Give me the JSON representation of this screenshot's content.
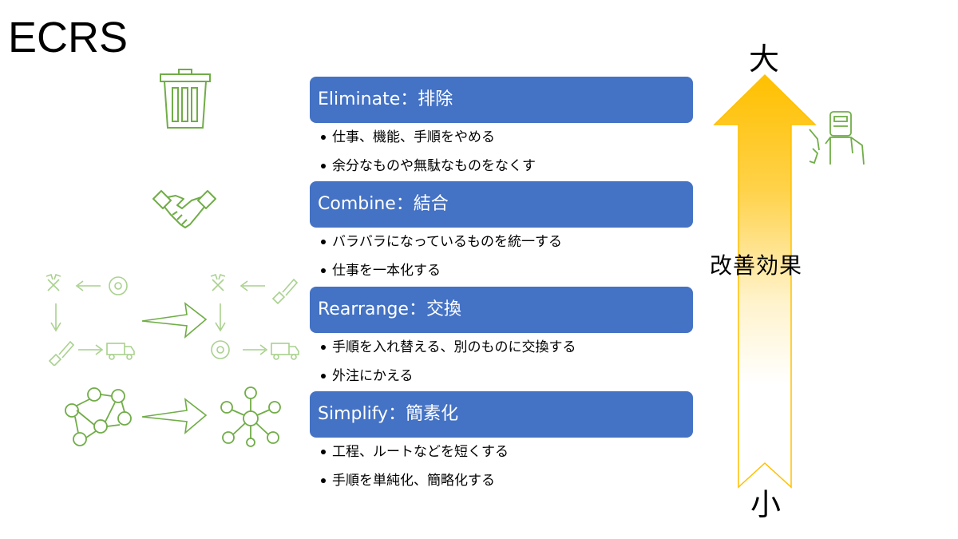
{
  "title": "ECRS",
  "items": [
    {
      "heading": "Eliminate：排除",
      "bullets": [
        "仕事、機能、手順をやめる",
        "余分なものや無駄なものをなくす"
      ]
    },
    {
      "heading": "Combine：結合",
      "bullets": [
        "バラバラになっているものを統一する",
        "仕事を一本化する"
      ]
    },
    {
      "heading": "Rearrange：交換",
      "bullets": [
        "手順を入れ替える、別のものに交換する",
        "外注にかえる"
      ]
    },
    {
      "heading": "Simplify：簡素化",
      "bullets": [
        "工程、ルートなどを短くする",
        "手順を単純化、簡略化する"
      ]
    }
  ],
  "effect_axis": {
    "top": "大",
    "bottom": "小",
    "label": "改善効果"
  },
  "colors": {
    "accent": "#4472c4",
    "icon_green": "#70ad47",
    "arrow_gold": "#ffc000"
  },
  "icons": [
    "trash-icon",
    "handshake-icon",
    "tools-icon",
    "saw-blade-icon",
    "paintbrush-icon",
    "truck-icon",
    "network-icon",
    "hub-network-icon",
    "welder-icon"
  ]
}
